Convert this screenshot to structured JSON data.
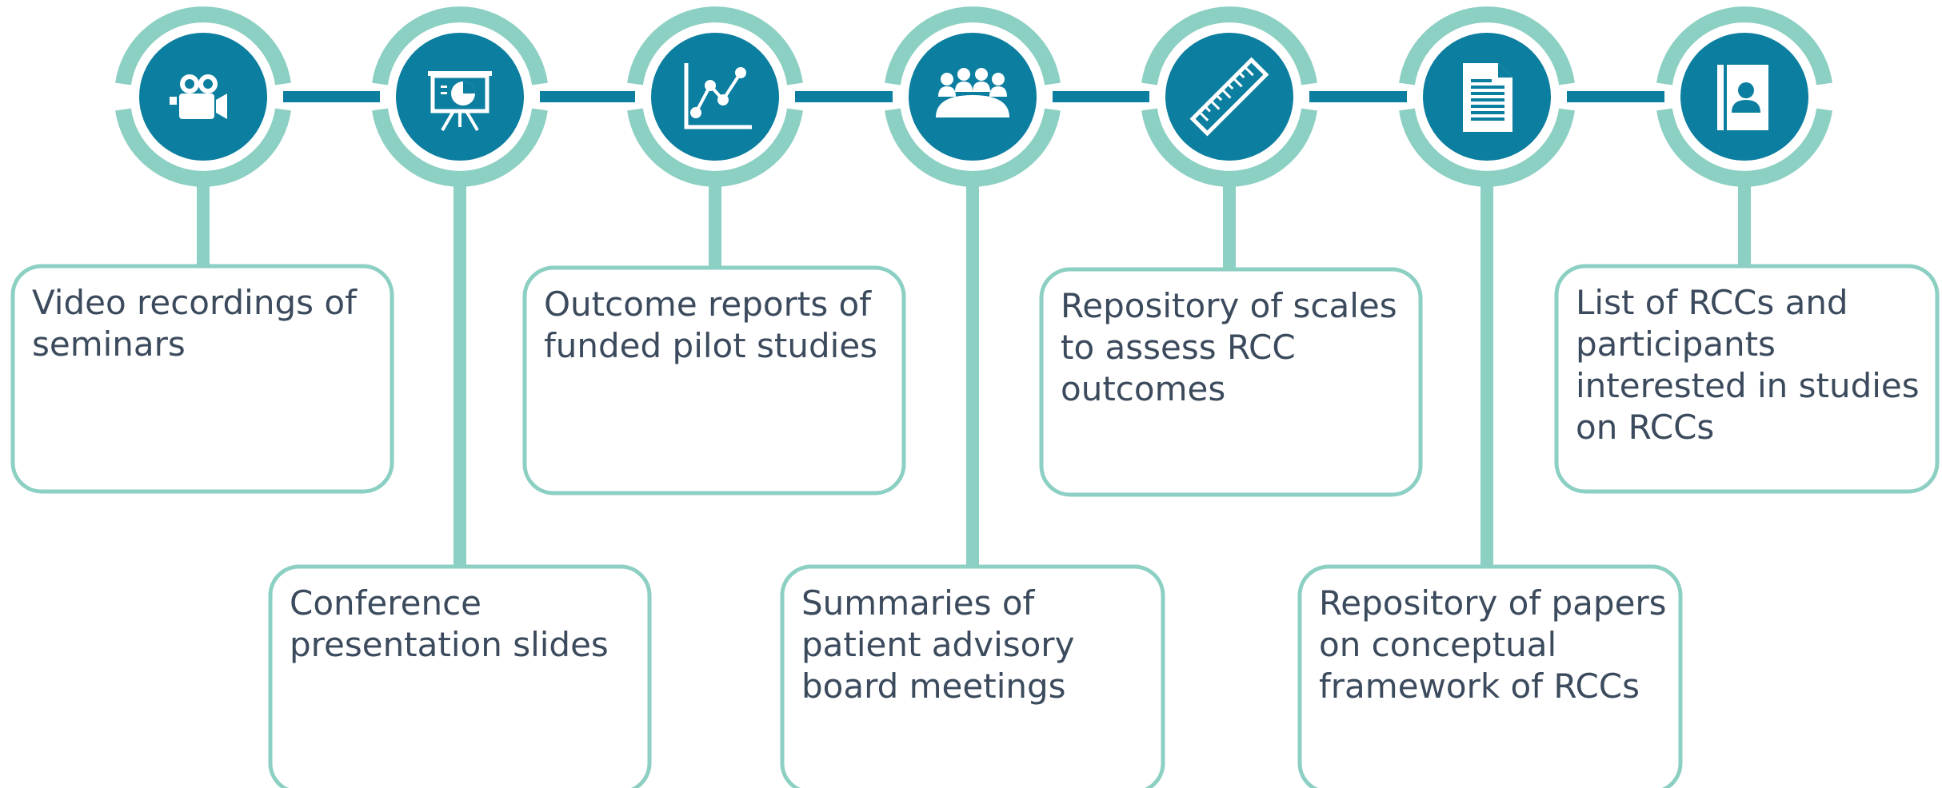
{
  "colors": {
    "teal_light": "#8ccfc3",
    "teal_dark": "#0c7e9f",
    "text": "#3b4a5c",
    "icon": "#ffffff"
  },
  "items": [
    {
      "icon": "video-camera-icon",
      "lines": [
        "Video recordings of",
        "seminars"
      ]
    },
    {
      "icon": "presentation-board-icon",
      "lines": [
        "Conference",
        "presentation slides"
      ]
    },
    {
      "icon": "line-chart-icon",
      "lines": [
        "Outcome reports of",
        "funded pilot studies"
      ]
    },
    {
      "icon": "meeting-table-icon",
      "lines": [
        "Summaries of",
        "patient advisory",
        "board meetings"
      ]
    },
    {
      "icon": "ruler-icon",
      "lines": [
        "Repository of scales",
        "to assess RCC",
        "outcomes"
      ]
    },
    {
      "icon": "document-icon",
      "lines": [
        "Repository of papers",
        "on conceptual",
        "framework of RCCs"
      ]
    },
    {
      "icon": "contact-book-icon",
      "lines": [
        "List of RCCs and",
        "participants",
        "interested in studies",
        "on RCCs"
      ]
    }
  ]
}
